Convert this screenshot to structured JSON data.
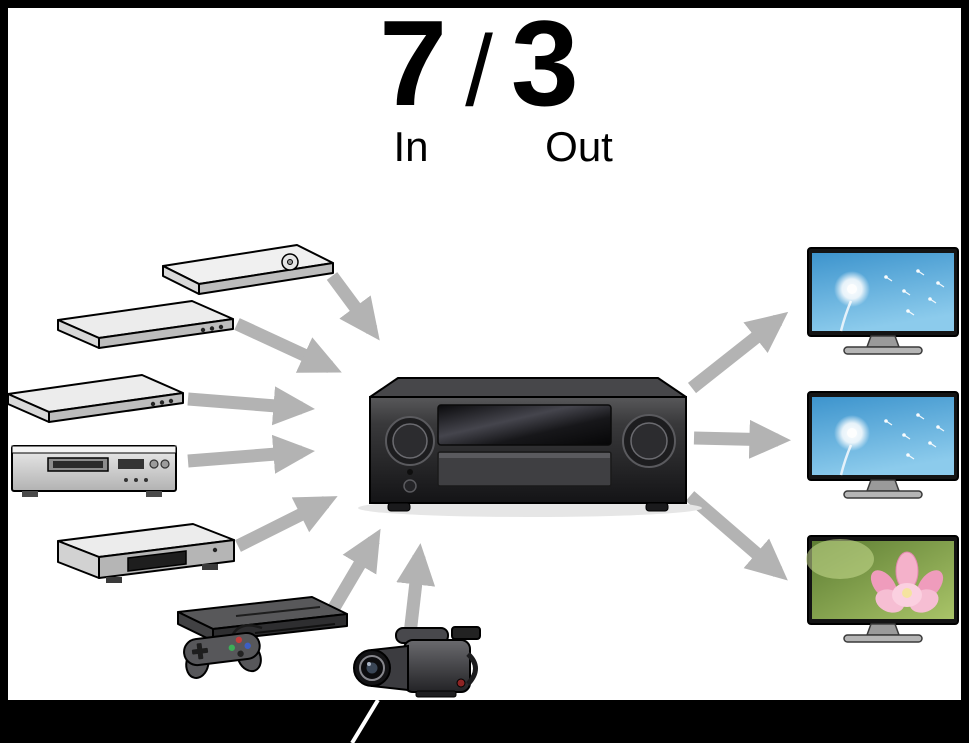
{
  "header": {
    "in_count": "7",
    "separator": "/",
    "out_count": "3",
    "in_label": "In",
    "out_label": "Out"
  },
  "diagram": {
    "input_arrow_count": 7,
    "output_arrow_count": 3,
    "receiver_icon": "av-receiver-icon",
    "source_icons": [
      "blu-ray-player-icon",
      "disc-player-icon",
      "dvd-player-icon",
      "cd-player-icon",
      "media-player-icon",
      "game-console-icon",
      "camcorder-icon"
    ],
    "display_icons": [
      "tv-dandelion-icon",
      "tv-dandelion-icon",
      "tv-lotus-icon"
    ]
  },
  "colors": {
    "arrow": "#b3b3b3",
    "frame": "#000000",
    "receiver_body": "#2f2f32",
    "tv_sky_blue": "#3d94cd",
    "lotus_pink": "#ef9cbc",
    "leaf_green": "#7d9c48"
  }
}
